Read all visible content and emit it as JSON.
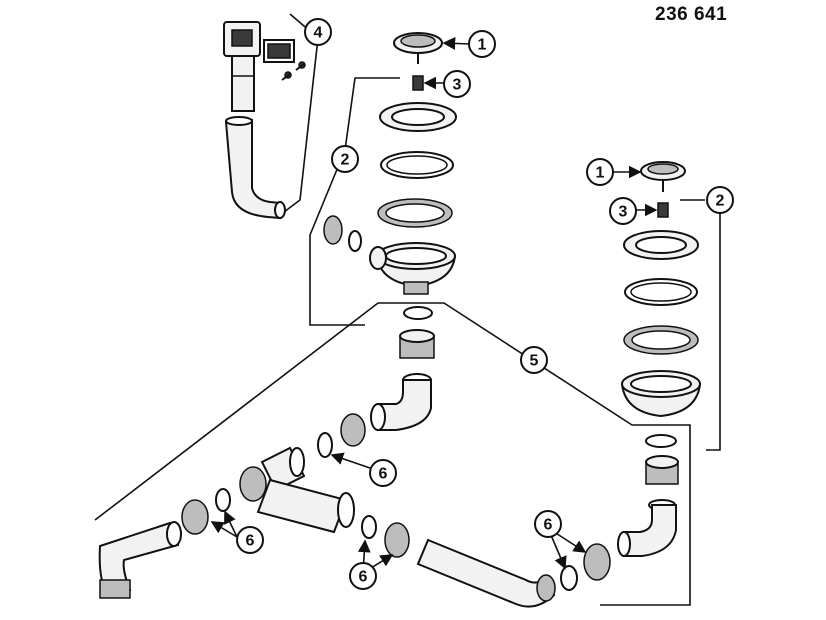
{
  "drawing": {
    "part_number": "236 641"
  },
  "callouts": {
    "c1a": "1",
    "c1b": "1",
    "c2a": "2",
    "c2b": "2",
    "c3a": "3",
    "c3b": "3",
    "c4": "4",
    "c5": "5",
    "c6a": "6",
    "c6b": "6",
    "c6c": "6",
    "c6d": "6"
  }
}
